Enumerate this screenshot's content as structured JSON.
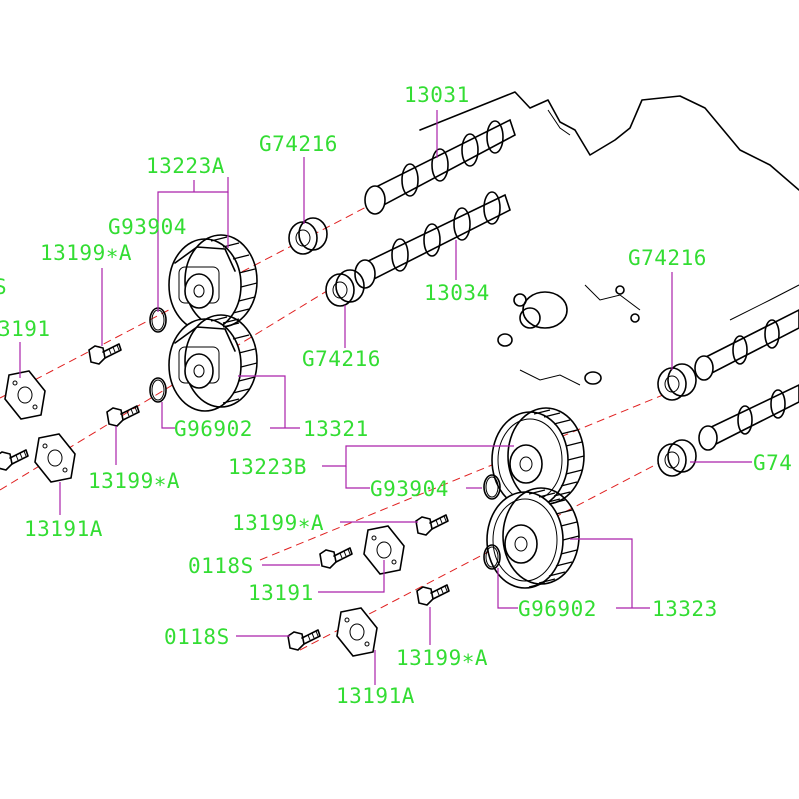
{
  "colors": {
    "label": "#33dd33",
    "leader": "#aa22aa",
    "axis": "#e02020",
    "line": "#000000",
    "background": "#ffffff"
  },
  "labels": {
    "p13031": "13031",
    "p13034": "13034",
    "p13223A": "13223A",
    "p13223B": "13223B",
    "pG74216_top": "G74216",
    "pG74216_mid": "G74216",
    "pG74216_right": "G74216",
    "pG74216_edge": "G74",
    "pG93904_top": "G93904",
    "pG93904_bot": "G93904",
    "p13199A_1": "13199∗A",
    "p13199A_2": "13199∗A",
    "p13199A_3": "13199∗A",
    "p13199A_4": "13199∗A",
    "p13191_left": "3191",
    "p13191": "13191",
    "p13191A_left": "13191A",
    "p13191A_bot": "13191A",
    "pS_edge": "S",
    "pG96902_top": "G96902",
    "pG96902_bot": "G96902",
    "p13321": "13321",
    "p13323": "13323",
    "p0118S_1": "0118S",
    "p0118S_2": "0118S"
  }
}
